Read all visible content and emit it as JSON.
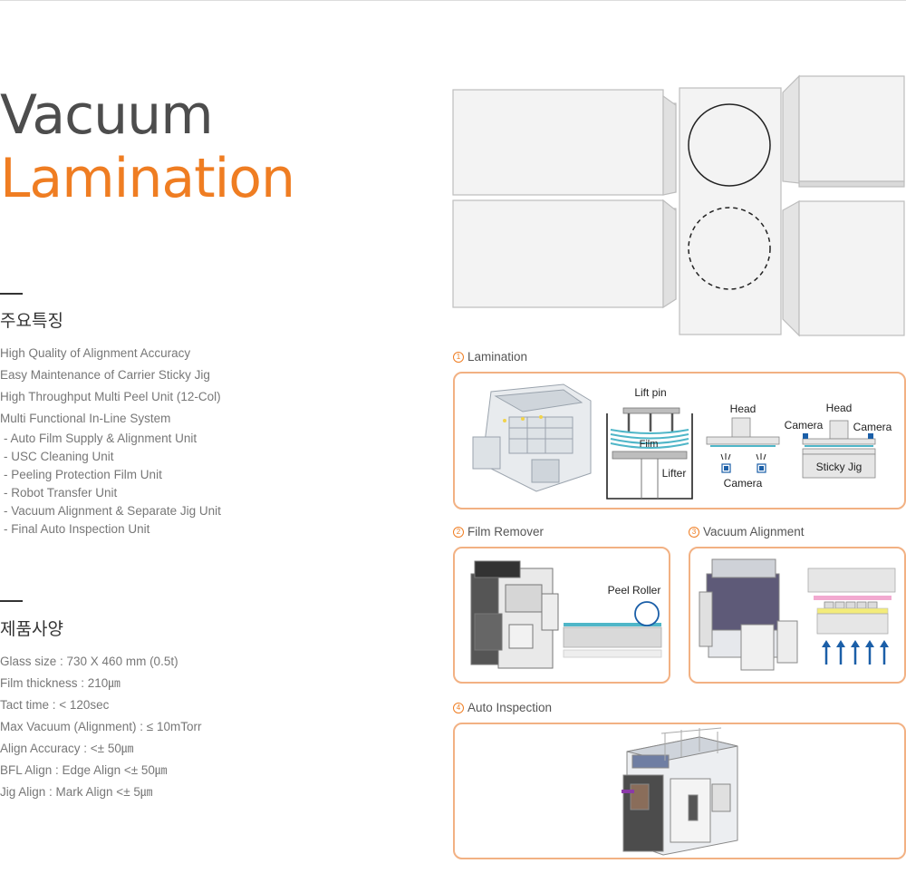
{
  "title": {
    "line1": "Vacuum",
    "line2": "Lamination"
  },
  "features": {
    "heading": "주요특징",
    "items": [
      "High Quality of Alignment Accuracy",
      "Easy Maintenance of Carrier Sticky Jig",
      "High Throughput Multi Peel Unit (12-Col)",
      "Multi Functional In-Line System"
    ],
    "sub_items": [
      "- Auto Film Supply & Alignment Unit",
      "- USC Cleaning Unit",
      "- Peeling Protection Film Unit",
      "- Robot Transfer Unit",
      "- Vacuum Alignment & Separate Jig Unit",
      "- Final Auto Inspection Unit"
    ]
  },
  "specs": {
    "heading": "제품사양",
    "items": [
      "Glass size : 730 X 460 mm (0.5t)",
      "Film thickness : 210㎛",
      "Tact time : < 120sec",
      "Max Vacuum (Alignment) : ≤ 10mTorr",
      "Align Accuracy : <± 50㎛",
      "BFL Align : Edge Align <± 50㎛",
      "Jig Align : Mark Align <± 5㎛"
    ]
  },
  "panels": {
    "lamination": {
      "num": "1",
      "label": "Lamination",
      "texts": {
        "lift_pin": "Lift pin",
        "film": "Film",
        "lifter": "Lifter",
        "head": "Head",
        "camera": "Camera",
        "sticky_jig": "Sticky Jig"
      }
    },
    "film_remover": {
      "num": "2",
      "label": "Film Remover",
      "texts": {
        "peel_roller": "Peel Roller"
      }
    },
    "vacuum_alignment": {
      "num": "3",
      "label": "Vacuum Alignment"
    },
    "auto_inspection": {
      "num": "4",
      "label": "Auto Inspection"
    }
  },
  "colors": {
    "accent": "#ef7d22",
    "panel_border": "#f2b183",
    "film": "#4fb6c8",
    "arrow": "#1b5fa8",
    "pink": "#f2a9d0",
    "yellow": "#f3ec7a"
  }
}
